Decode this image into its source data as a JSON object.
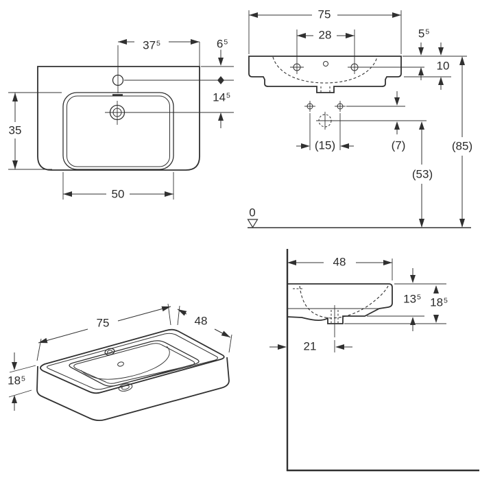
{
  "drawing": {
    "type": "washbasin technical dimension drawing",
    "views": [
      "front view",
      "wall elevation",
      "isometric view",
      "side section"
    ]
  },
  "colors": {
    "line": "#303030",
    "background": "#ffffff"
  },
  "labels": {
    "front_tap_offset": {
      "text": "37",
      "sup": "5"
    },
    "front_tap_top": {
      "text": "6",
      "sup": "5"
    },
    "front_tap_drain": {
      "text": "14",
      "sup": "5"
    },
    "front_bowl_height": {
      "text": "35"
    },
    "front_bowl_width": {
      "text": "50"
    },
    "elev_width": {
      "text": "75"
    },
    "elev_hole_spacing": {
      "text": "28"
    },
    "elev_holes_top": {
      "text": "5",
      "sup": "5"
    },
    "elev_apron": {
      "text": "10"
    },
    "elev_fix_spacing": {
      "text": "(15)"
    },
    "elev_outlet_gap": {
      "text": "(7)"
    },
    "elev_rim_height": {
      "text": "(85)"
    },
    "elev_outlet_height": {
      "text": "(53)"
    },
    "elev_floor": {
      "text": "0"
    },
    "iso_width": {
      "text": "75"
    },
    "iso_depth": {
      "text": "48"
    },
    "iso_height": {
      "text": "18",
      "sup": "5"
    },
    "side_depth": {
      "text": "48"
    },
    "side_front_height": {
      "text": "13",
      "sup": "5"
    },
    "side_total_height": {
      "text": "18",
      "sup": "5"
    },
    "side_drain_wall": {
      "text": "21"
    }
  }
}
